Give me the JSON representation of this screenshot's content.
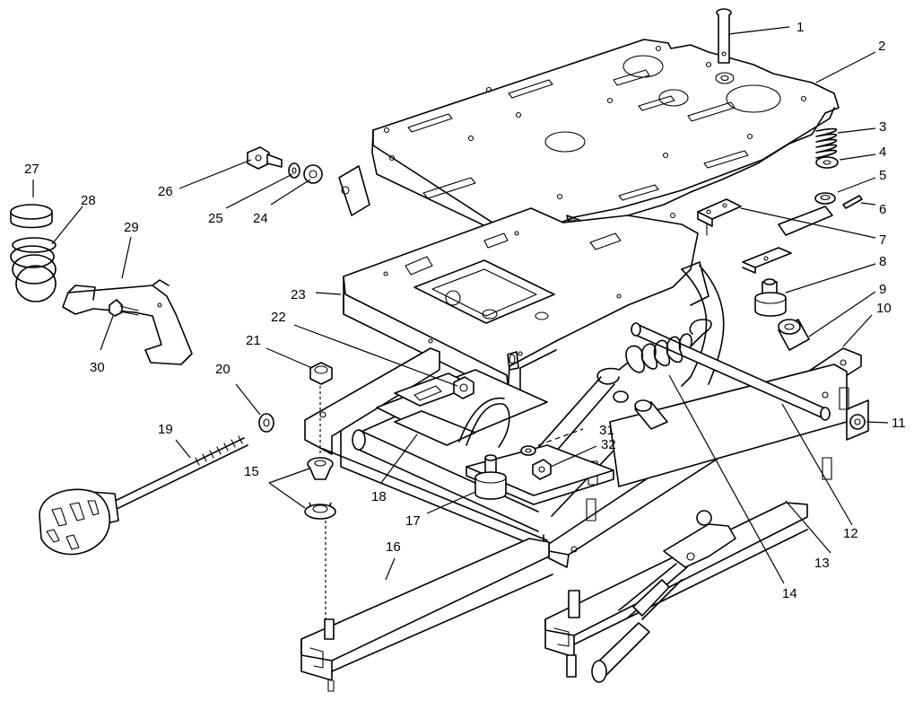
{
  "callouts": {
    "c1": "1",
    "c2": "2",
    "c3": "3",
    "c4": "4",
    "c5": "5",
    "c6": "6",
    "c7": "7",
    "c8": "8",
    "c9": "9",
    "c10": "10",
    "c11": "11",
    "c12": "12",
    "c13": "13",
    "c14": "14",
    "c15": "15",
    "c16": "16",
    "c17": "17",
    "c18": "18",
    "c19": "19",
    "c20": "20",
    "c21": "21",
    "c22": "22",
    "c23": "23",
    "c24": "24",
    "c25": "25",
    "c26": "26",
    "c27": "27",
    "c28": "28",
    "c29": "29",
    "c30": "30",
    "c31": "31",
    "c32": "32"
  },
  "colors": {
    "line": "#000000",
    "background": "#ffffff"
  }
}
